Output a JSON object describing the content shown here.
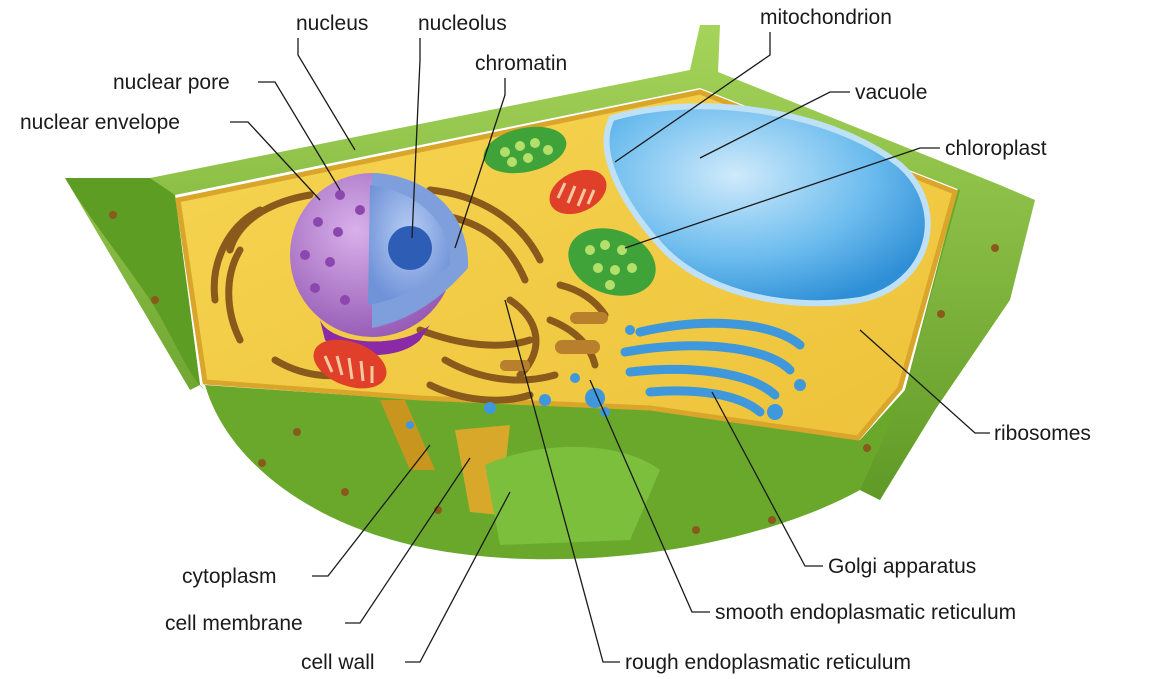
{
  "labels": {
    "nucleus": "nucleus",
    "nucleolus": "nucleolus",
    "chromatin": "chromatin",
    "mitochondrion": "mitochondrion",
    "nuclear_pore": "nuclear pore",
    "nuclear_envelope": "nuclear envelope",
    "vacuole": "vacuole",
    "chloroplast": "chloroplast",
    "ribosomes": "ribosomes",
    "golgi_apparatus": "Golgi apparatus",
    "cytoplasm": "cytoplasm",
    "cell_membrane": "cell membrane",
    "cell_wall": "cell wall",
    "smooth_er": "smooth endoplasmatic reticulum",
    "rough_er": "rough endoplasmatic reticulum"
  },
  "colors": {
    "cell_wall": "#7cb83a",
    "cell_wall_dark": "#4e8a1f",
    "cytoplasm": "#f3cc3c",
    "membrane": "#d9a52a",
    "vacuole": "#4fa9e3",
    "nucleus": "#b078c9",
    "nucleolus": "#3f6fc4",
    "er_brown": "#8a5a1c",
    "mitochondrion": "#e0402a",
    "chloroplast": "#3fa33a",
    "golgi": "#3f98dc"
  }
}
